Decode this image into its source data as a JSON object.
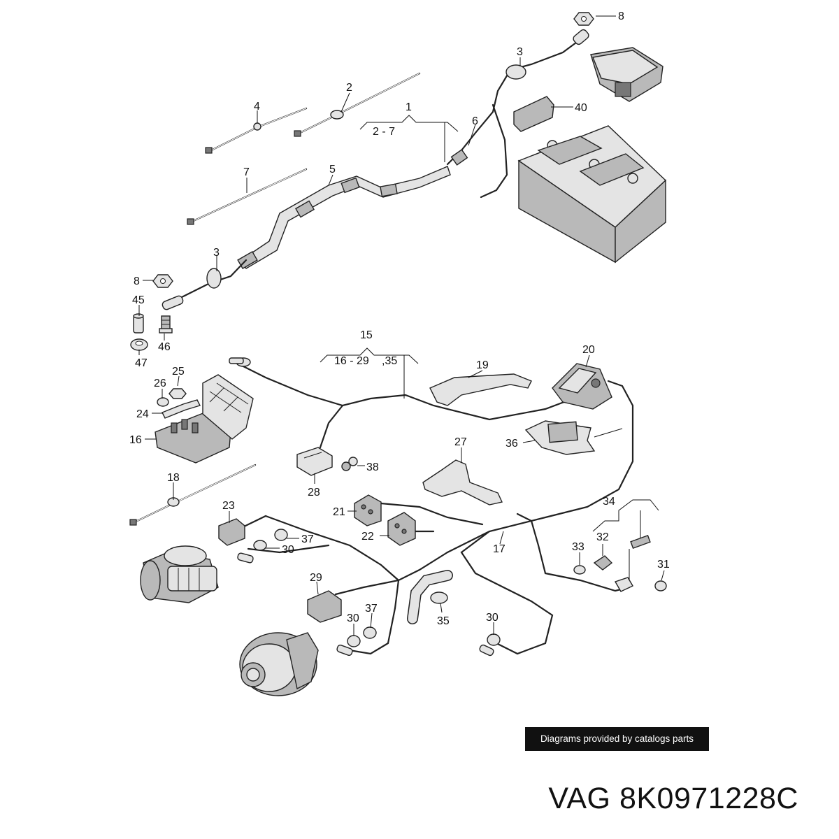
{
  "labels": {
    "l1": "1",
    "l2": "2",
    "l3a": "3",
    "l3b": "3",
    "l4": "4",
    "l5": "5",
    "l6": "6",
    "l7": "7",
    "l8a": "8",
    "l8b": "8",
    "l15": "15",
    "l16": "16",
    "l17": "17",
    "l18": "18",
    "l19": "19",
    "l20": "20",
    "l21": "21",
    "l22": "22",
    "l23": "23",
    "l24": "24",
    "l25": "25",
    "l26": "26",
    "l27": "27",
    "l28": "28",
    "l29": "29",
    "l30a": "30",
    "l30b": "30",
    "l30c": "30",
    "l31": "31",
    "l32": "32",
    "l33": "33",
    "l34": "34",
    "l35": "35",
    "l36": "36",
    "l37a": "37",
    "l37b": "37",
    "l38": "38",
    "l40": "40",
    "l45": "45",
    "l46": "46",
    "l47": "47",
    "range27": "2 - 7",
    "range1629": "16 - 29",
    "range35": ",35"
  },
  "banner": "Diagrams provided by catalogs parts",
  "part_number": "VAG 8K0971228C",
  "colors": {
    "background": "#ffffff",
    "ink": "#111111",
    "banner_bg": "#111111",
    "banner_text": "#ffffff"
  }
}
